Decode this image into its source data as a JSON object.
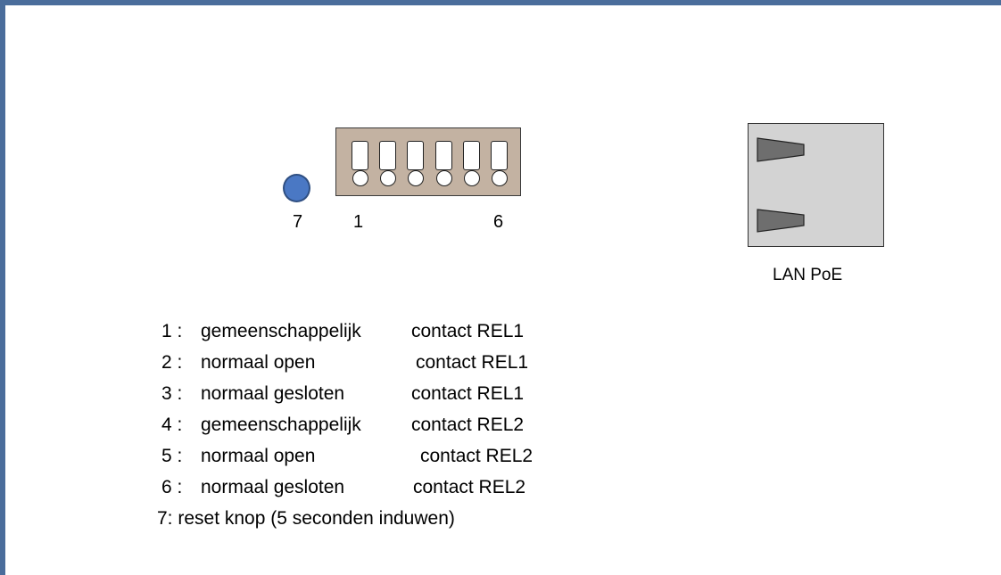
{
  "pin_labels": {
    "reset": "7",
    "first": "1",
    "last": "6"
  },
  "connector": {
    "pin_count": 6,
    "color": "#c3b2a2"
  },
  "reset_button": {
    "color": "#4a78c4"
  },
  "lan_port": {
    "label": "LAN PoE",
    "color": "#d3d3d3",
    "latch_color": "#6e6e6e"
  },
  "frame_color": "#4a6d9b",
  "legend": [
    {
      "num": "1 :",
      "desc": "gemeenschappelijk",
      "contact": "contact REL1"
    },
    {
      "num": "2 :",
      "desc": "normaal  open",
      "contact": "contact REL1"
    },
    {
      "num": "3 :",
      "desc": "normaal  gesloten",
      "contact": "contact REL1"
    },
    {
      "num": "4 :",
      "desc": "gemeenschappelijk",
      "contact": "contact REL2"
    },
    {
      "num": "5 :",
      "desc": "normaal  open",
      "contact": "contact REL2"
    },
    {
      "num": "6 :",
      "desc": "normaal  gesloten",
      "contact": "contact REL2"
    }
  ],
  "reset_note": "7: reset knop (5 seconden induwen)"
}
